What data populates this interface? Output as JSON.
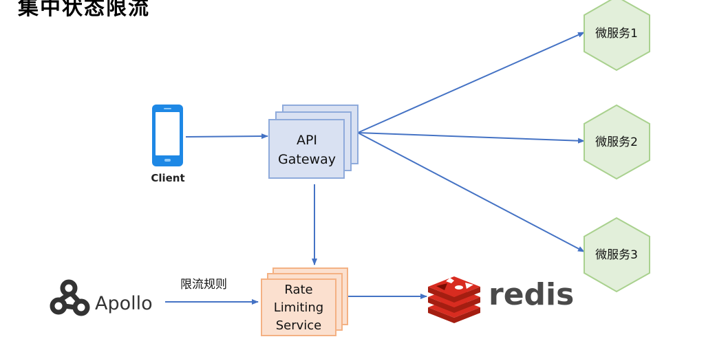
{
  "title": "集中状态限流",
  "client": {
    "label": "Client"
  },
  "gateway": {
    "line1": "API",
    "line2": "Gateway"
  },
  "services": [
    {
      "label": "微服务1"
    },
    {
      "label": "微服务2"
    },
    {
      "label": "微服务3"
    }
  ],
  "rate_limiter": {
    "line1": "Rate",
    "line2": "Limiting",
    "line3": "Service"
  },
  "apollo": {
    "label": "Apollo"
  },
  "rules_label": "限流规则",
  "redis": {
    "label": "redis"
  },
  "colors": {
    "arrow": "#4472c4",
    "gateway_fill": "#d9e1f2",
    "gateway_stroke": "#8eaadb",
    "service_fill": "#e2efda",
    "service_stroke": "#a9d18e",
    "limiter_fill": "#fbe0cf",
    "limiter_stroke": "#f4b183",
    "phone": "#1e88e5",
    "redis_red": "#d82c20",
    "redis_text": "#4a4a4a",
    "apollo_dark": "#333333"
  }
}
